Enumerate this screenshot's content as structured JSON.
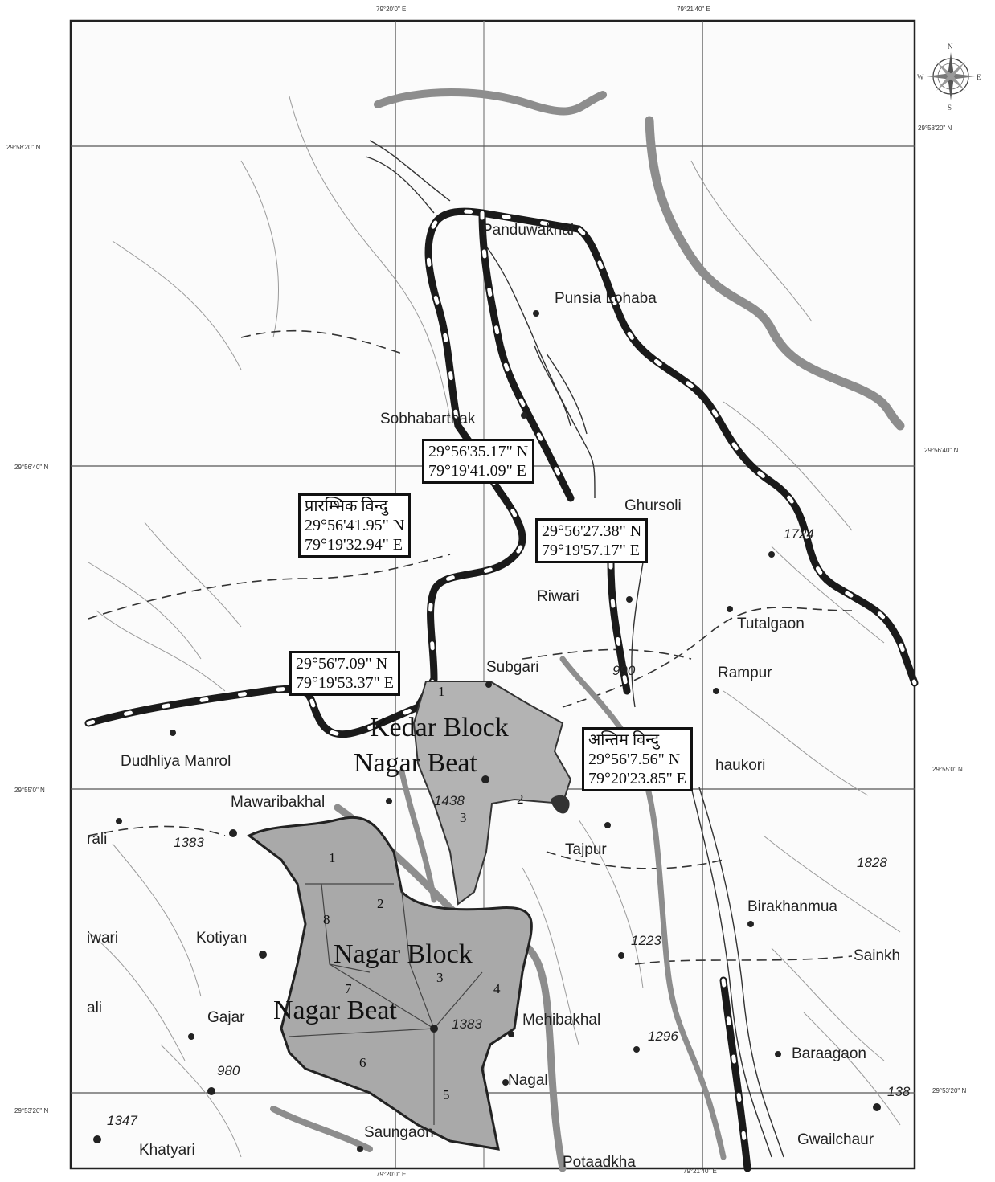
{
  "map": {
    "grid_labels": {
      "top": [
        "79°20'0\" E",
        "79°21'40\" E"
      ],
      "bottom": [
        "79°20'0\" E",
        "79°21'40\" E"
      ],
      "left": [
        "29°58'20\" N",
        "29°56'40\" N",
        "29°55'0\" N",
        "29°53'20\" N"
      ],
      "right": [
        "29°58'20\" N",
        "29°56'40\" N",
        "29°55'0\" N",
        "29°53'20\" N"
      ]
    },
    "compass": {
      "n": "N",
      "s": "S",
      "e": "E",
      "w": "W"
    },
    "places": [
      "Panduwakhal",
      "Punsia Lohaba",
      "Sobhabarthak",
      "Ghursoli",
      "Riwari",
      "Tutalgaon",
      "Subgari",
      "Rampur",
      "Dudhliya Manrol",
      "haukori",
      "Mawaribakhal",
      "Tajpur",
      "rali",
      "Birakhanmua",
      "iwari",
      "Kotiyan",
      "Sainkh",
      "ali",
      "Gajar",
      "Mehibakhal",
      "Nagal",
      "Baraagaon",
      "Khatyari",
      "Saungaon",
      "Gwailchaur",
      "Potaadkha"
    ],
    "elevations": [
      "1724",
      "990",
      "1438",
      "1383",
      "1828",
      "1223",
      "1383",
      "1296",
      "980",
      "1347",
      "138"
    ],
    "blocks": [
      {
        "line1": "Kedar Block",
        "line2": "Nagar Beat"
      },
      {
        "line1": "Nagar Block",
        "line2": "Nagar Beat"
      }
    ],
    "compartments": {
      "kedar": [
        "1",
        "2",
        "3"
      ],
      "nagar": [
        "1",
        "2",
        "8",
        "3",
        "7",
        "4",
        "6",
        "5"
      ]
    },
    "coord_boxes": [
      {
        "line1": "29°56'35.17\" N",
        "line2": "79°19'41.09\" E"
      },
      {
        "line0": "प्रारम्भिक विन्दु",
        "line1": "29°56'41.95\" N",
        "line2": "79°19'32.94\" E"
      },
      {
        "line1": "29°56'27.38\" N",
        "line2": "79°19'57.17\" E"
      },
      {
        "line1": "29°56'7.09\" N",
        "line2": "79°19'53.37\" E"
      },
      {
        "line0": "अन्तिम विन्दु",
        "line1": "29°56'7.56\" N",
        "line2": "79°20'23.85\" E"
      }
    ]
  }
}
